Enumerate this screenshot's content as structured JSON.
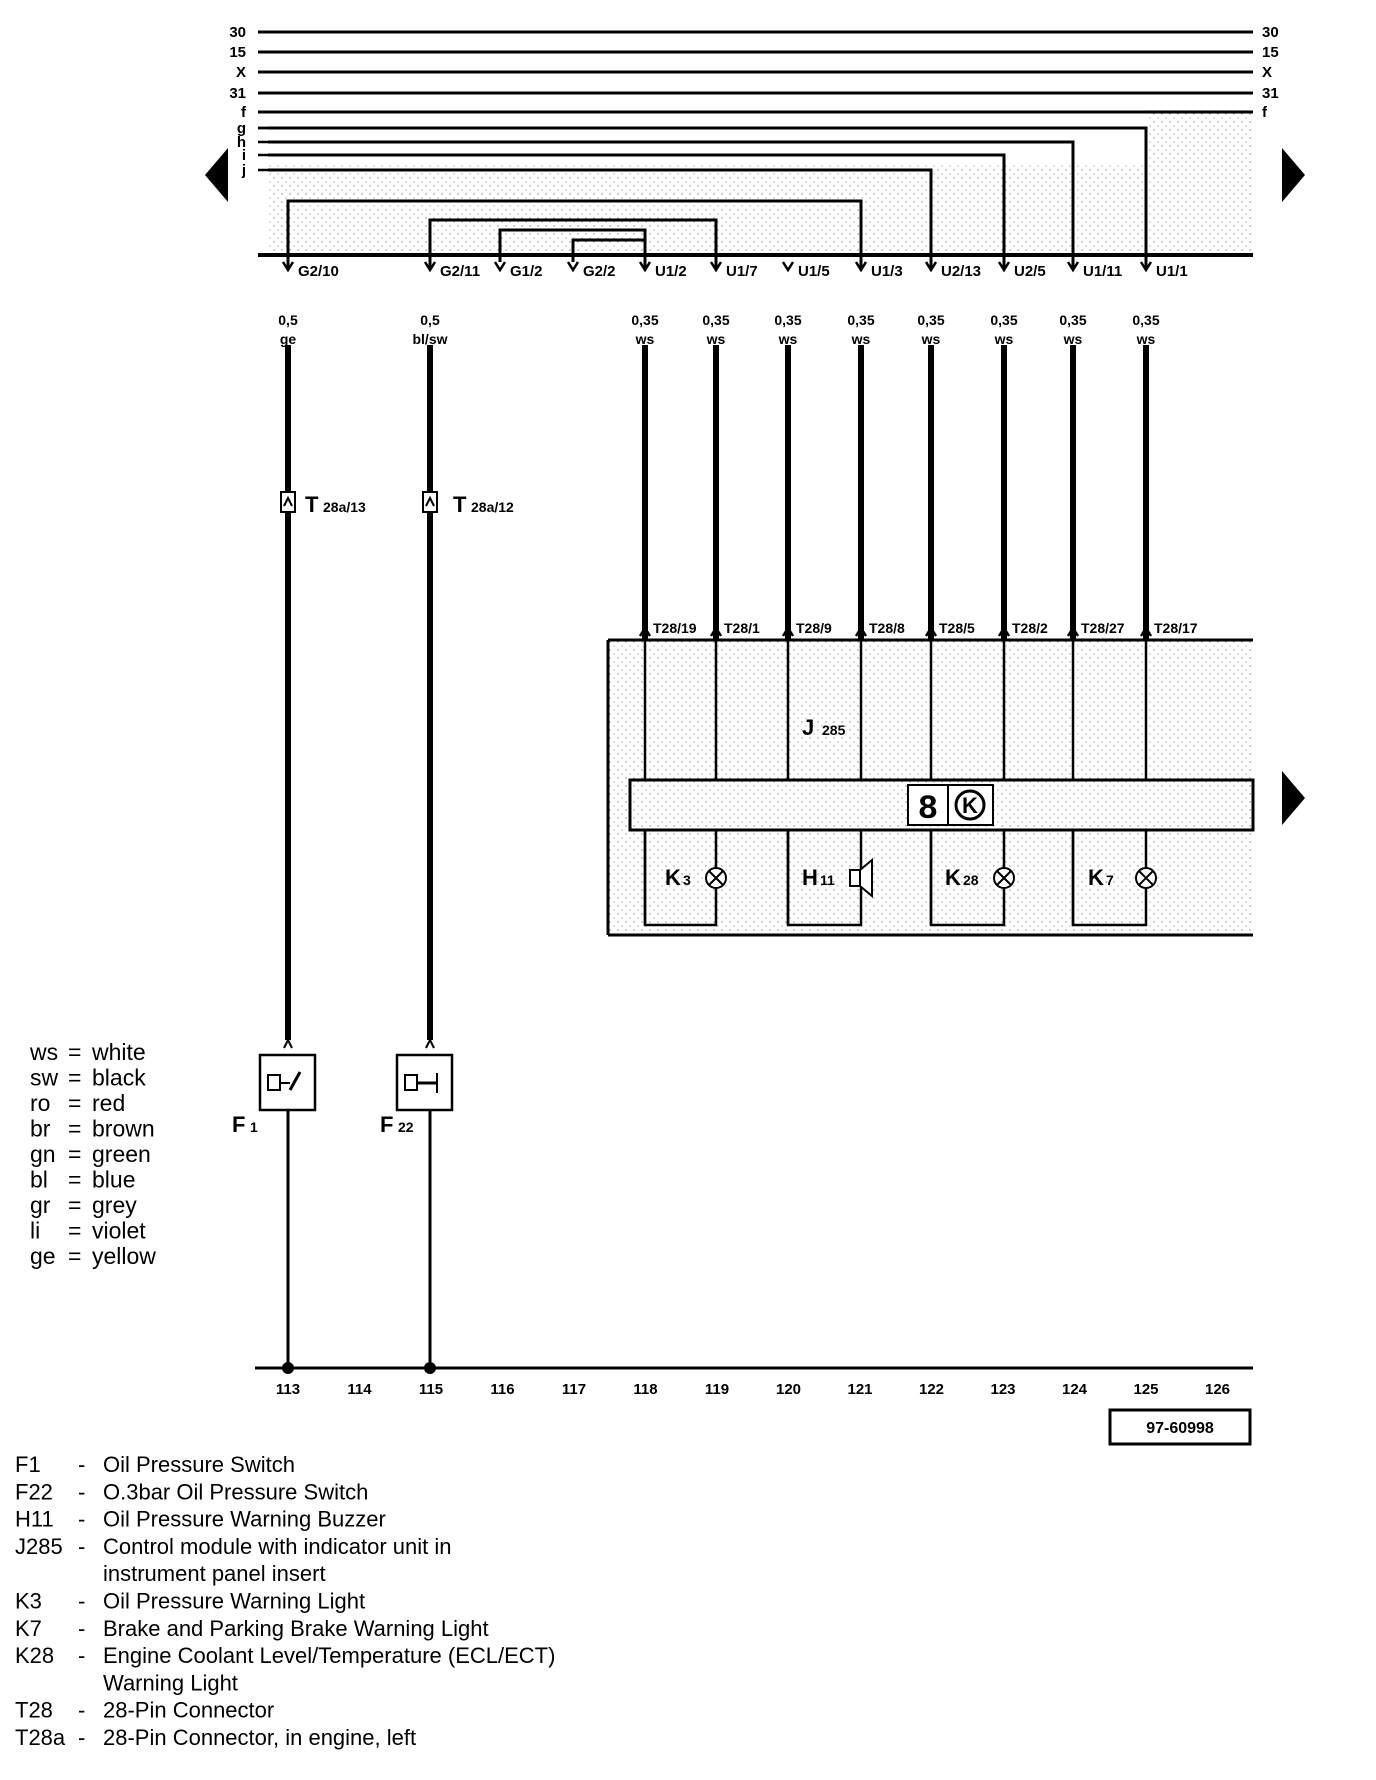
{
  "bus_lines": [
    {
      "label": "30",
      "right_label": "30"
    },
    {
      "label": "15",
      "right_label": "15"
    },
    {
      "label": "X",
      "right_label": "X"
    },
    {
      "label": "31",
      "right_label": "31"
    },
    {
      "label": "f",
      "right_label": "f"
    },
    {
      "label": "g"
    },
    {
      "label": "h"
    },
    {
      "label": "i"
    },
    {
      "label": "j"
    }
  ],
  "pins": [
    "G2/10",
    "G2/11",
    "G1/2",
    "G2/2",
    "U1/2",
    "U1/7",
    "U1/5",
    "U1/3",
    "U2/13",
    "U2/5",
    "U1/11",
    "U1/1"
  ],
  "wires": [
    {
      "size": "0,5",
      "color": "ge"
    },
    {
      "size": "0,5",
      "color": "bl/sw"
    },
    {
      "size": "0,35",
      "color": "ws"
    },
    {
      "size": "0,35",
      "color": "ws"
    },
    {
      "size": "0,35",
      "color": "ws"
    },
    {
      "size": "0,35",
      "color": "ws"
    },
    {
      "size": "0,35",
      "color": "ws"
    },
    {
      "size": "0,35",
      "color": "ws"
    },
    {
      "size": "0,35",
      "color": "ws"
    },
    {
      "size": "0,35",
      "color": "ws"
    }
  ],
  "inline_connectors": [
    {
      "main": "T",
      "sub": "28a/13"
    },
    {
      "main": "T",
      "sub": "28a/12"
    }
  ],
  "t28_pins": [
    "T28/19",
    "T28/1",
    "T28/9",
    "T28/8",
    "T28/5",
    "T28/2",
    "T28/27",
    "T28/17"
  ],
  "components": {
    "j285": {
      "main": "J",
      "sub": "285"
    },
    "k3": {
      "main": "K",
      "sub": "3"
    },
    "h11": {
      "main": "H",
      "sub": "11"
    },
    "k28": {
      "main": "K",
      "sub": "28"
    },
    "k7": {
      "main": "K",
      "sub": "7"
    },
    "f1": {
      "main": "F",
      "sub": "1"
    },
    "f22": {
      "main": "F",
      "sub": "22"
    },
    "display_digit": "8",
    "display_symbol": "K"
  },
  "color_key": [
    {
      "code": "ws",
      "name": "white"
    },
    {
      "code": "sw",
      "name": "black"
    },
    {
      "code": "ro",
      "name": "red"
    },
    {
      "code": "br",
      "name": "brown"
    },
    {
      "code": "gn",
      "name": "green"
    },
    {
      "code": "bl",
      "name": "blue"
    },
    {
      "code": "gr",
      "name": "grey"
    },
    {
      "code": "li",
      "name": "violet"
    },
    {
      "code": "ge",
      "name": "yellow"
    }
  ],
  "ref_numbers": [
    "113",
    "114",
    "115",
    "116",
    "117",
    "118",
    "119",
    "120",
    "121",
    "122",
    "123",
    "124",
    "125",
    "126"
  ],
  "doc_number": "97-60998",
  "legend": [
    {
      "code": "F1",
      "text": "Oil Pressure Switch"
    },
    {
      "code": "F22",
      "text": "O.3bar Oil Pressure Switch"
    },
    {
      "code": "H11",
      "text": "Oil Pressure Warning Buzzer"
    },
    {
      "code": "J285",
      "text": "Control module with indicator unit in"
    },
    {
      "code": "",
      "text": "instrument panel insert"
    },
    {
      "code": "K3",
      "text": "Oil Pressure Warning Light"
    },
    {
      "code": "K7",
      "text": "Brake and Parking Brake Warning Light"
    },
    {
      "code": "K28",
      "text": "Engine Coolant Level/Temperature (ECL/ECT)"
    },
    {
      "code": "",
      "text": "Warning Light"
    },
    {
      "code": "T28",
      "text": "28-Pin Connector"
    },
    {
      "code": "T28a",
      "text": "28-Pin Connector, in engine, left"
    }
  ]
}
